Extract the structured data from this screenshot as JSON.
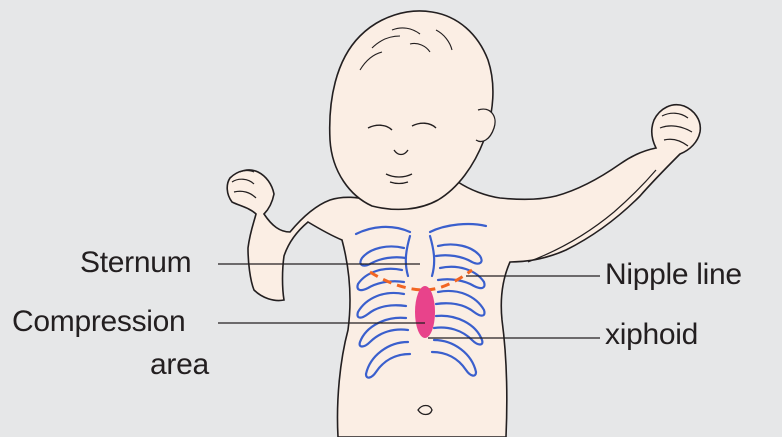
{
  "labels": {
    "sternum": "Sternum",
    "compression_line1": "Compression",
    "compression_line2": "area",
    "nipple_line": "Nipple line",
    "xiphoid": "xiphoid"
  },
  "colors": {
    "background": "#e6e7e8",
    "skin": "#fbeee4",
    "outline": "#231f20",
    "ribs": "#3a5fcd",
    "nipple_line": "#f26522",
    "compression_area": "#e8438b"
  }
}
